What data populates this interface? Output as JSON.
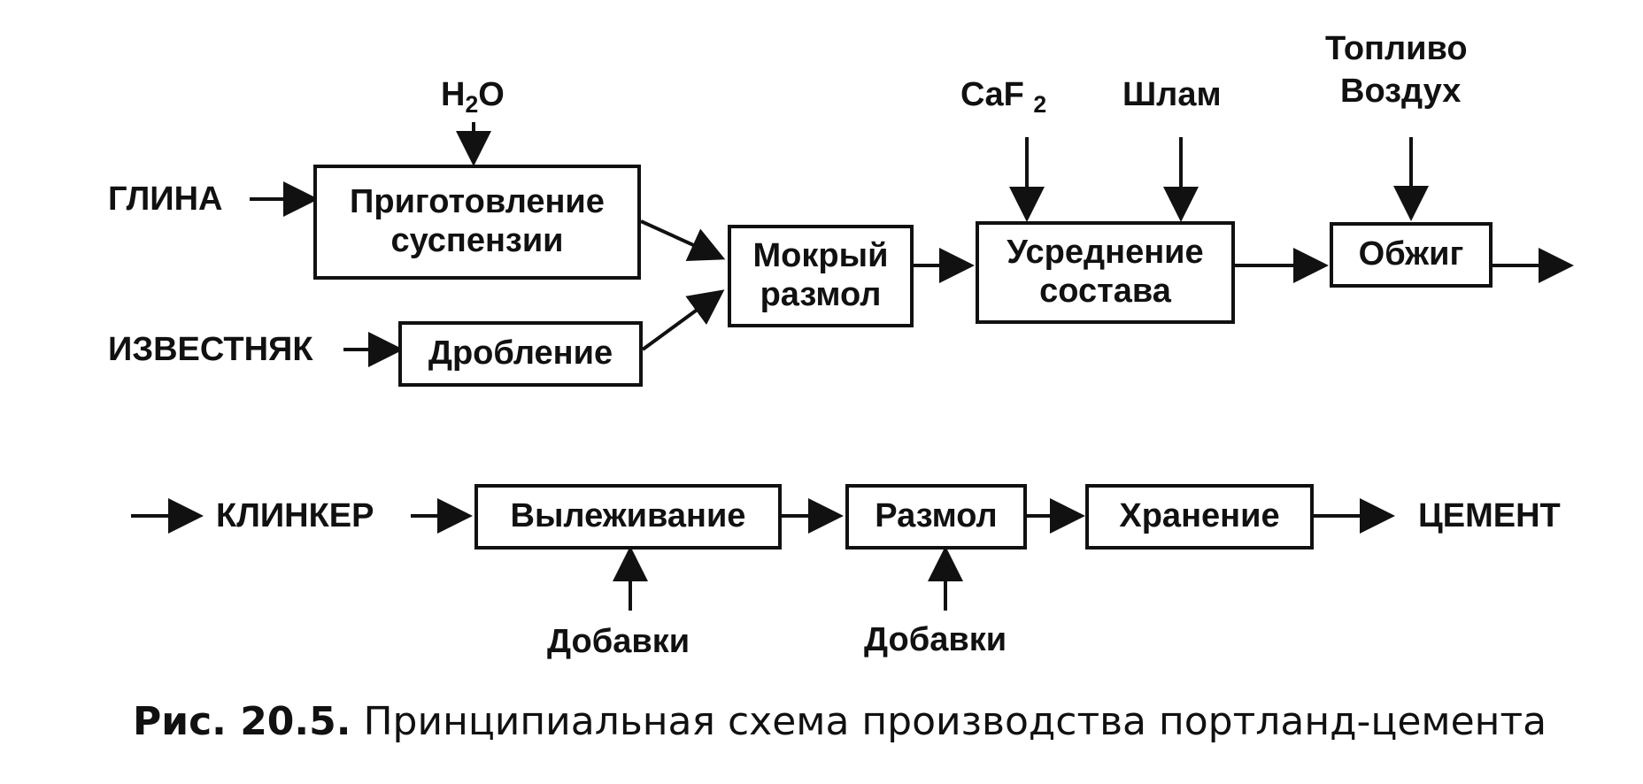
{
  "inputs": {
    "glina": "ГЛИНА",
    "izvestnyak": "ИЗВЕСТНЯК",
    "h2o_base": "H",
    "h2o_sub": "2",
    "h2o_tail": "O",
    "caf2_base": "CaF",
    "caf2_sub": "2",
    "shlam": "Шлам",
    "toplivo": "Топливо",
    "vozdukh": "Воздух",
    "klinker": "КЛИНКЕР",
    "dobavki_1": "Добавки",
    "dobavki_2": "Добавки",
    "tsement": "ЦЕМЕНТ"
  },
  "boxes": {
    "prigotovlenie": [
      "Приготовление",
      "суспензии"
    ],
    "droblenie": "Дробление",
    "mokryy_razmol": [
      "Мокрый",
      "размол"
    ],
    "usrednenie": [
      "Усреднение",
      "состава"
    ],
    "obzhig": "Обжиг",
    "vylezhivanie": "Вылеживание",
    "razmol": "Размол",
    "khranenie": "Хранение"
  },
  "caption": {
    "number": "Рис. 20.5.",
    "text": "Принципиальная схема производства портланд-цемента"
  }
}
